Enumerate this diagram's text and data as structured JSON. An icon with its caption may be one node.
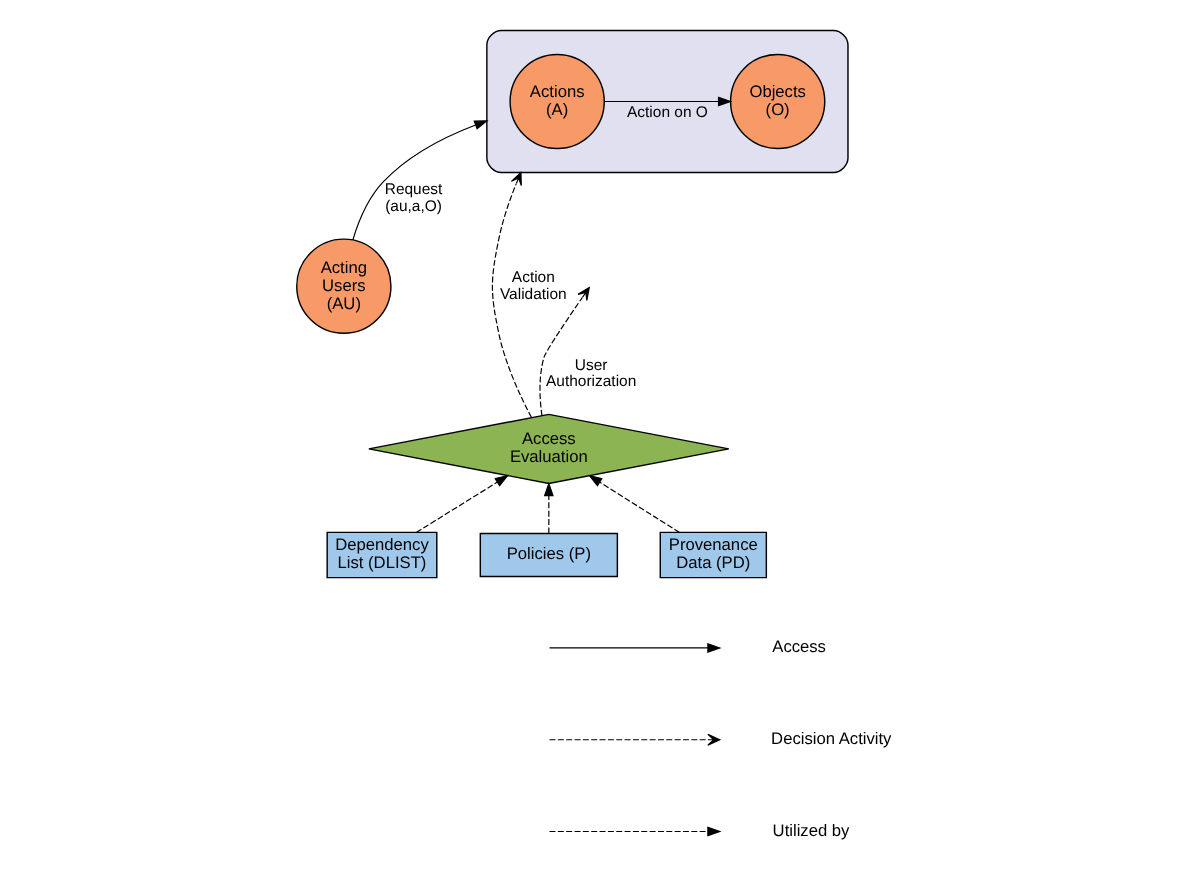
{
  "diagram": {
    "nodes": [
      {
        "text": [
          "Acting Users (AU)"
        ]
      },
      {
        "text": [],
        "shape": "box"
      },
      {
        "text": [
          "Actions (A)"
        ],
        "in": 1
      },
      {
        "text": [
          "Objects (O)"
        ],
        "in": 1
      },
      {
        "text": [
          "Access Evaluation"
        ]
      },
      {
        "text": [
          "Dependency List (DLIST)"
        ]
      },
      {
        "text": [
          "Policies (P)"
        ]
      },
      {
        "text": [
          "Provenance Data (PD)"
        ]
      }
    ],
    "edges": [
      {
        "from": 0,
        "to": 1,
        "arrow": "to",
        "label": "Request (au,a,O)"
      },
      {
        "from": 2,
        "to": 3,
        "arrow": "to",
        "label": "Action on O"
      },
      {
        "from": 4,
        "to": null,
        "arrow": "to",
        "style": "dashed",
        "label": "User Authorization"
      },
      {
        "from": 4,
        "to": 1,
        "arrow": "to",
        "style": "dashed",
        "label": "Action Validation"
      },
      {
        "from": 5,
        "to": 4,
        "arrow": "to",
        "style": "dashed"
      },
      {
        "from": 6,
        "to": 4,
        "arrow": "to",
        "style": "dashed"
      },
      {
        "from": 7,
        "to": 4,
        "arrow": "to",
        "style": "dashed"
      }
    ],
    "legend": [
      {
        "text": "Access"
      },
      {
        "text": "Decision Activity"
      },
      {
        "text": "Utilized by"
      }
    ]
  }
}
